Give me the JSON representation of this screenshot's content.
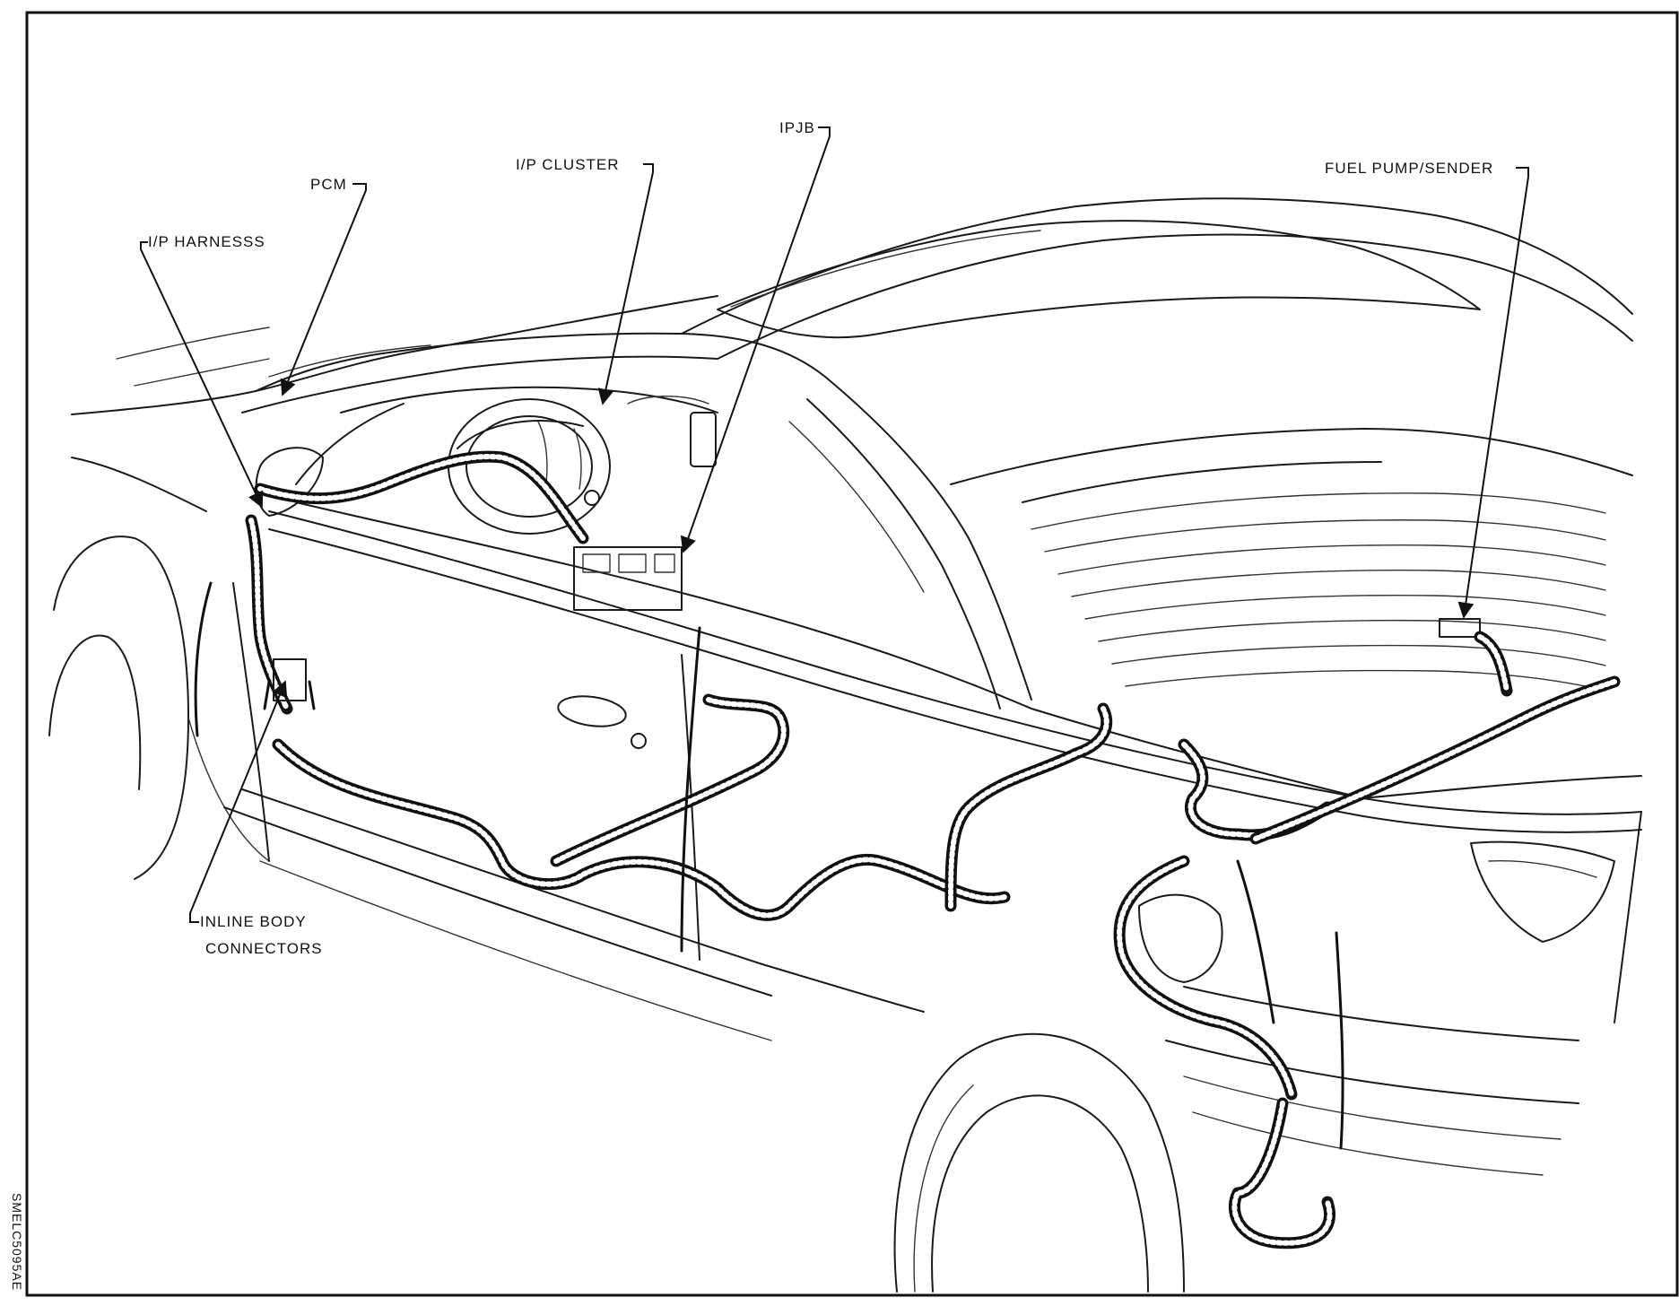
{
  "labels": {
    "pcm": "PCM",
    "ip_harness": "I/P HARNESSS",
    "ip_cluster": "I/P CLUSTER",
    "ipjb": "IPJB",
    "fuel_pump": "FUEL PUMP/SENDER",
    "inline_body_line1": "INLINE BODY",
    "inline_body_line2": "CONNECTORS"
  },
  "figure_code": "SMELC5095AE"
}
